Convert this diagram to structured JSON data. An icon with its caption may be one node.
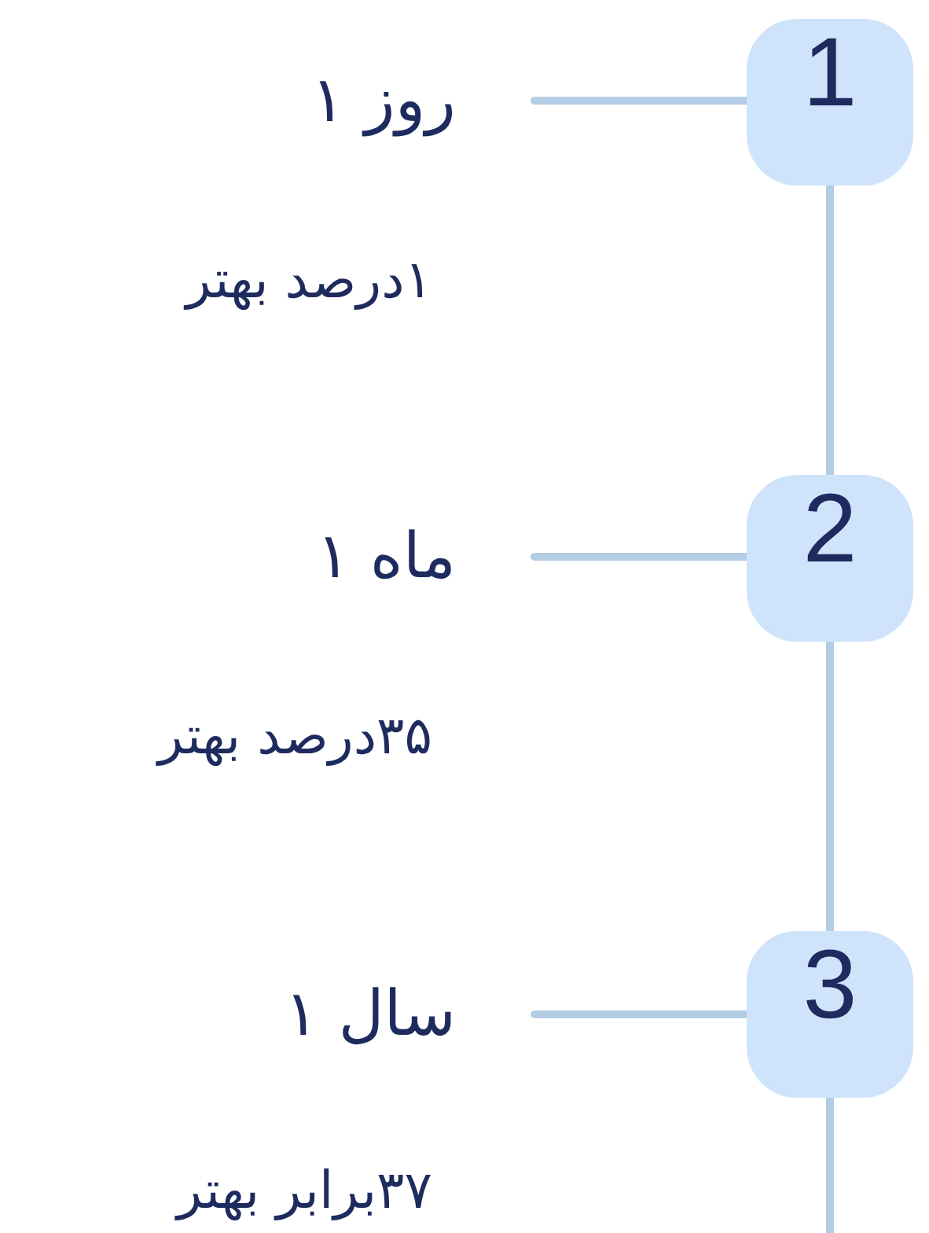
{
  "diagram": {
    "nodes": [
      {
        "text": [
          "1"
        ]
      },
      {
        "text": [
          "روز ۱"
        ],
        "beside": [
          "۱درصد بهتر"
        ]
      },
      {
        "text": [
          "2"
        ]
      },
      {
        "text": [
          "ماه ۱"
        ],
        "beside": [
          "۳۵درصد بهتر"
        ]
      },
      {
        "text": [
          "3"
        ]
      },
      {
        "text": [
          "سال ۱"
        ],
        "beside": [
          "۳۷برابر بهتر"
        ]
      }
    ],
    "edges": [
      {
        "from": 0,
        "to": 2,
        "arrow": "none"
      },
      {
        "from": 2,
        "to": 4,
        "arrow": "none"
      },
      {
        "from": 4,
        "to": null,
        "arrow": "none"
      },
      {
        "from": 1,
        "to": 0,
        "arrow": "none"
      },
      {
        "from": 3,
        "to": 2,
        "arrow": "none"
      },
      {
        "from": 5,
        "to": 4,
        "arrow": "none"
      }
    ]
  }
}
